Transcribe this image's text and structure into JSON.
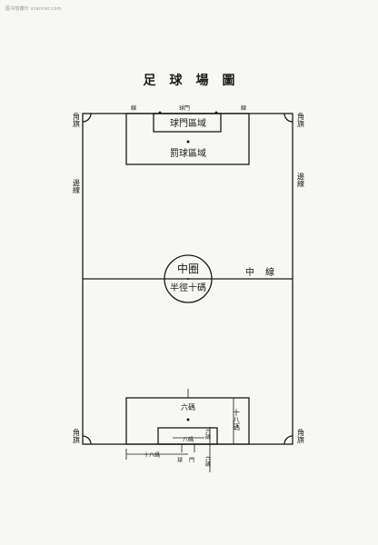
{
  "watermark": "图书馆藏印 scanner.com",
  "title": "足球場圖",
  "labels": {
    "corner": "角旗",
    "side_line": "邊線",
    "goal_line_left": "線",
    "goal_line_right": "線",
    "goal_posts": "球門",
    "goal_area": "球門區域",
    "penalty_area": "罰球區域",
    "center_circle_top": "中圈",
    "center_circle_bottom": "半徑十碼",
    "center_line": "中線",
    "six_yards_top": "六碼",
    "eighteen_yards": "十八碼",
    "six_yards_small": "六碼",
    "goal_width": "八碼",
    "eighteen_bottom": "十八碼",
    "goal_left": "球",
    "goal_bottom": "門",
    "six_bottom": "六碼"
  },
  "colors": {
    "ink": "#1a1a1a",
    "paper": "#f7f7f4"
  }
}
